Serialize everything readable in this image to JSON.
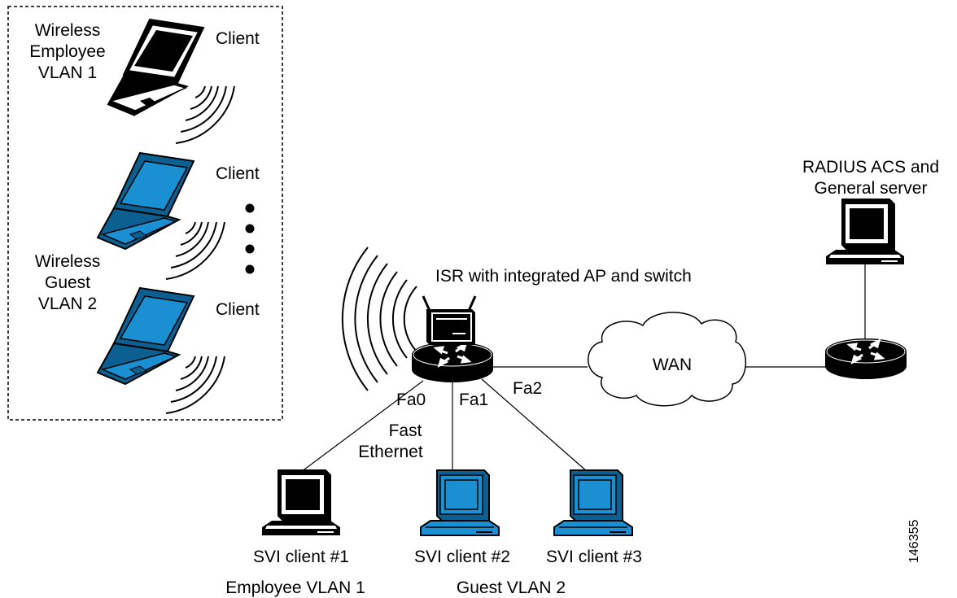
{
  "colors": {
    "line": "#000000",
    "blue": "#1a8fd1",
    "blue_dark": "#0b5f91",
    "black_device": "#000000"
  },
  "labels": {
    "wireless_employee": [
      "Wireless",
      "Employee",
      "VLAN 1"
    ],
    "wireless_guest": [
      "Wireless",
      "Guest",
      "VLAN 2"
    ],
    "client_1": "Client",
    "client_2": "Client",
    "client_3": "Client",
    "radius": [
      "RADIUS ACS and",
      "General server"
    ],
    "isr": "ISR with integrated AP and switch",
    "wan": "WAN",
    "fa0": "Fa0",
    "fa1": "Fa1",
    "fa2": "Fa2",
    "fast_ethernet": [
      "Fast",
      "Ethernet"
    ],
    "svi_1": "SVI client #1",
    "svi_2": "SVI client #2",
    "svi_3": "SVI client #3",
    "employee_vlan": "Employee VLAN 1",
    "guest_vlan": "Guest VLAN 2",
    "figure_id": "146355"
  },
  "icons": {
    "laptop": "laptop-icon",
    "pc": "desktop-pc-icon",
    "router": "router-icon",
    "cloud": "cloud-icon",
    "access_point": "access-point-icon",
    "wireless": "wireless-signal-icon"
  }
}
